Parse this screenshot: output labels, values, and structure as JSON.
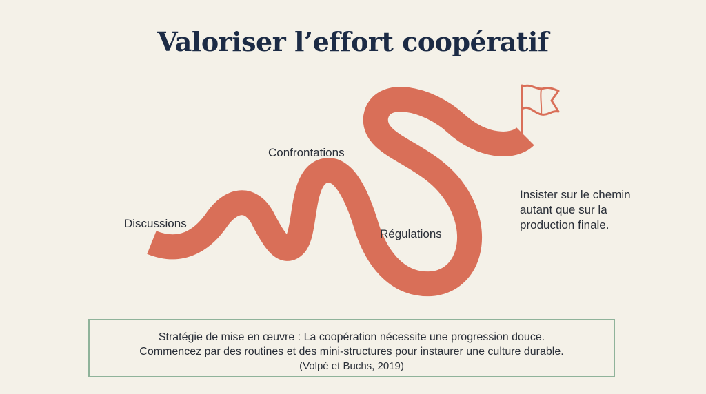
{
  "title": "Valoriser l’effort coopératif",
  "stages": [
    {
      "label": "Discussions"
    },
    {
      "label": "Confrontations"
    },
    {
      "label": "Régulations"
    }
  ],
  "note": "Insister sur le chemin autant que sur la production finale.",
  "strategy": {
    "line1": "Stratégie de mise en œuvre : La coopération nécessite une progression douce.",
    "line2": "Commencez par des routines et des mini-structures pour instaurer une culture durable.",
    "citation": "(Volpé et Buchs, 2019)"
  },
  "colors": {
    "path": "#d96f58",
    "flag": "#d96f58",
    "border": "#8fb39a",
    "title": "#1c2b45",
    "background": "#f4f1e8"
  },
  "icons": [
    "winding-path",
    "flag-icon"
  ]
}
